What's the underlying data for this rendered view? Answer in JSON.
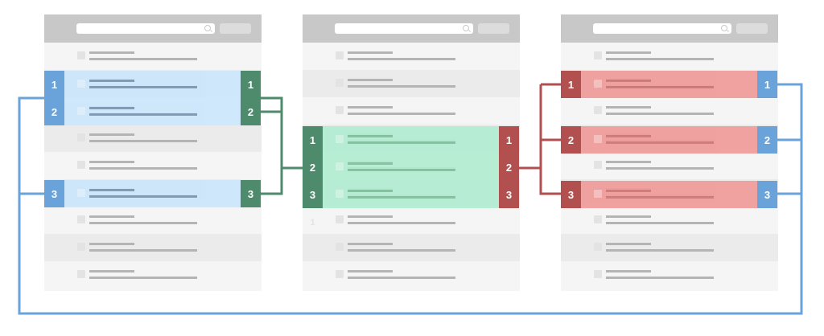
{
  "diagram": {
    "panels": [
      "left",
      "middle",
      "right"
    ],
    "left_in_labels": [
      "1",
      "2",
      "3"
    ],
    "left_out_labels": [
      "1",
      "2",
      "3"
    ],
    "middle_in_labels": [
      "1",
      "2",
      "3"
    ],
    "middle_out_labels": [
      "1",
      "2",
      "3"
    ],
    "right_in_labels": [
      "1",
      "2",
      "3"
    ],
    "right_out_labels": [
      "1",
      "2",
      "3"
    ],
    "middle_faded_label": "1"
  },
  "colors": {
    "blue": "#6aa3d9",
    "blue_fill": "#cbe6fb",
    "green": "#4e8a6c",
    "green_fill": "#b2edd1",
    "red": "#b24f4f",
    "red_fill": "#f09b99",
    "panel_bg": "#f5f5f5",
    "row_alt": "#ebebeb",
    "topbar": "#c8c8c8"
  }
}
